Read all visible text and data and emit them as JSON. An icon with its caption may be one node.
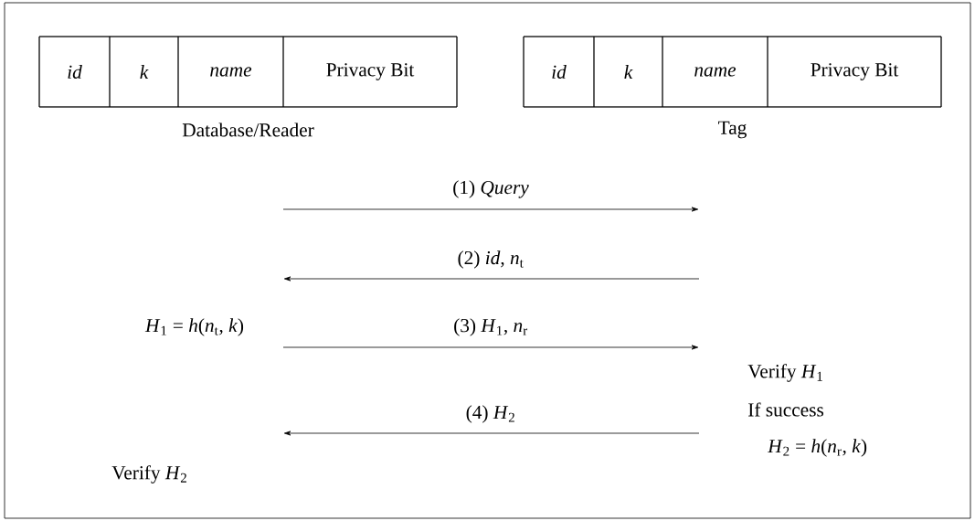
{
  "diagram": {
    "nodes": [
      {
        "text": [
          "Database/Reader"
        ]
      },
      {
        "text": [
          "Tag"
        ]
      },
      {
        "text": [
          "id"
        ],
        "in": 0
      },
      {
        "text": [
          "k"
        ],
        "in": 0
      },
      {
        "text": [
          "name"
        ],
        "in": 0
      },
      {
        "text": [
          "Privacy Bit"
        ],
        "in": 0
      },
      {
        "text": [
          "id"
        ],
        "in": 1
      },
      {
        "text": [
          "k"
        ],
        "in": 1
      },
      {
        "text": [
          "name"
        ],
        "in": 1
      },
      {
        "text": [
          "Privacy Bit"
        ],
        "in": 1
      }
    ],
    "labels": [
      "(1) *Query*",
      "(2) *id*, *n*$_{t}$",
      "*H*$_{1}$ = *h*(*n*$_{t}$, *k*)",
      "(3) *H*$_{1}$, *n*$_{r}$",
      "Verify *H*$_{1}$",
      "If success",
      "(4) *H*$_{2}$",
      "*H*$_{2}$ = *h*(*n*$_{r}$, *k*)",
      "Verify *H*$_{2}$"
    ]
  }
}
